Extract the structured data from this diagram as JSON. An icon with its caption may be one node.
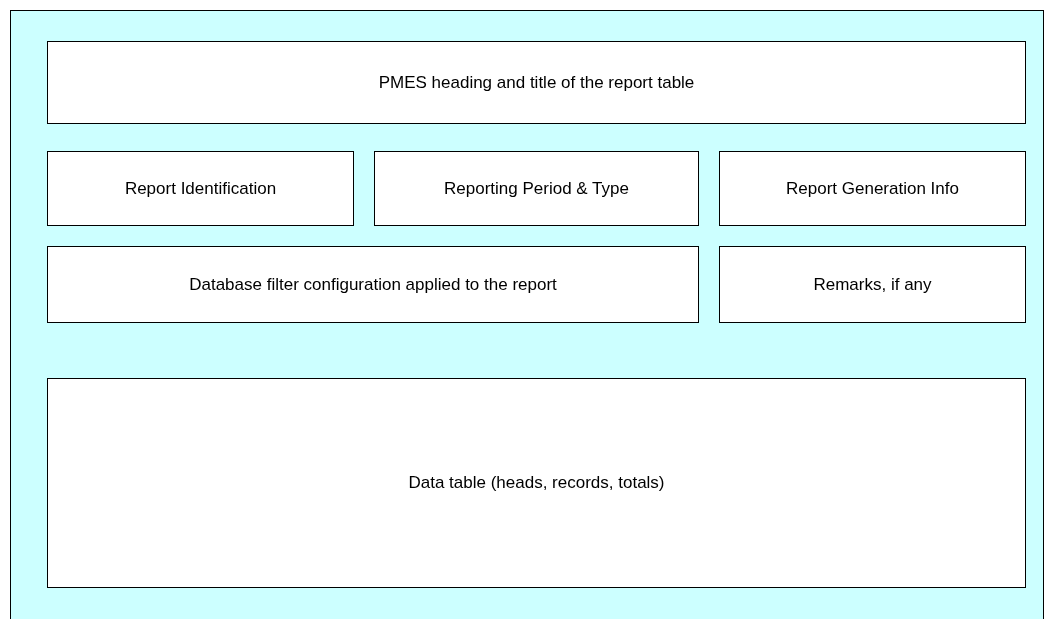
{
  "diagram": {
    "nodes": [
      {
        "text": [],
        "shape": "box"
      },
      {
        "text": [
          "PMES heading and title of the report table"
        ],
        "in": 0
      },
      {
        "text": [
          "Report Identification"
        ],
        "in": 0
      },
      {
        "text": [
          "Reporting Period & Type"
        ],
        "in": 0
      },
      {
        "text": [
          "Report Generation Info"
        ],
        "in": 0
      },
      {
        "text": [
          "Database filter configuration applied to the report"
        ],
        "in": 0
      },
      {
        "text": [
          "Remarks, if any"
        ],
        "in": 0
      },
      {
        "text": [
          "Data table (heads, records, totals)"
        ],
        "in": 0
      }
    ]
  }
}
